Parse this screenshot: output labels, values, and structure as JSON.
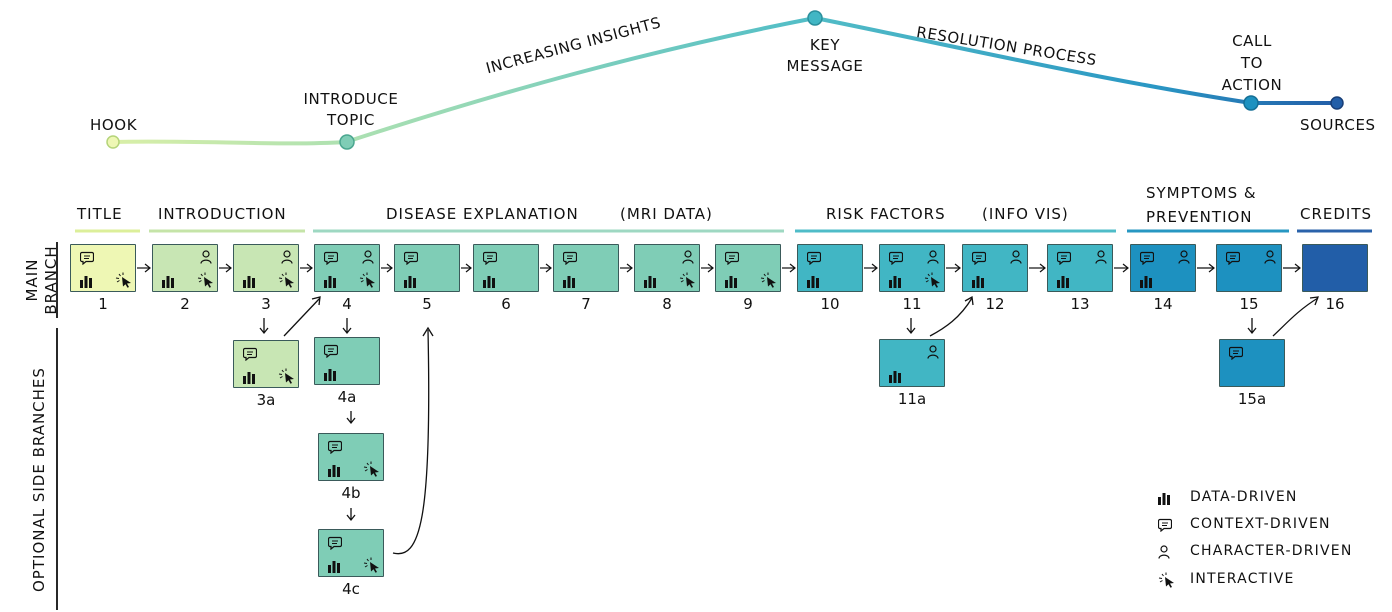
{
  "arc": {
    "hook": "HOOK",
    "introduce": [
      "INTRODUCE",
      "TOPIC"
    ],
    "insights": "INCREASING INSIGHTS",
    "key": [
      "KEY",
      "MESSAGE"
    ],
    "resolution": "RESOLUTION PROCESS",
    "call": [
      "CALL",
      "TO",
      "ACTION"
    ],
    "sources": "SOURCES"
  },
  "stages": {
    "title": "TITLE",
    "introduction": "INTRODUCTION",
    "disease": "DISEASE EXPLANATION",
    "mri": "(MRI DATA)",
    "risk": "RISK FACTORS",
    "infovis": "(INFO VIS)",
    "symptoms": [
      "SYMPTOMS &",
      "PREVENTION"
    ],
    "credits": "CREDITS"
  },
  "branches": {
    "main": [
      "MAIN",
      "BRANCH"
    ],
    "optional": "OPTIONAL SIDE BRANCHES"
  },
  "nodes": [
    {
      "id": "1",
      "color": "#eef7b4",
      "icons": [
        "data",
        "context",
        "interactive"
      ]
    },
    {
      "id": "2",
      "color": "#c8e6b4",
      "icons": [
        "data",
        "character",
        "interactive"
      ]
    },
    {
      "id": "3",
      "color": "#c8e6b4",
      "icons": [
        "data",
        "character",
        "interactive"
      ]
    },
    {
      "id": "4",
      "color": "#7fcdb6",
      "icons": [
        "data",
        "context",
        "character",
        "interactive"
      ]
    },
    {
      "id": "5",
      "color": "#7fcdb6",
      "icons": [
        "data",
        "context"
      ]
    },
    {
      "id": "6",
      "color": "#7fcdb6",
      "icons": [
        "data",
        "context"
      ]
    },
    {
      "id": "7",
      "color": "#7fcdb6",
      "icons": [
        "data",
        "context"
      ]
    },
    {
      "id": "8",
      "color": "#7fcdb6",
      "icons": [
        "data",
        "character",
        "interactive"
      ]
    },
    {
      "id": "9",
      "color": "#7fcdb6",
      "icons": [
        "data",
        "context",
        "interactive"
      ]
    },
    {
      "id": "10",
      "color": "#41b6c4",
      "icons": [
        "data",
        "context"
      ]
    },
    {
      "id": "11",
      "color": "#41b6c4",
      "icons": [
        "data",
        "context",
        "character",
        "interactive"
      ]
    },
    {
      "id": "12",
      "color": "#41b6c4",
      "icons": [
        "data",
        "context",
        "character"
      ]
    },
    {
      "id": "13",
      "color": "#41b6c4",
      "icons": [
        "data",
        "context",
        "character"
      ]
    },
    {
      "id": "14",
      "color": "#1d91c0",
      "icons": [
        "data",
        "context",
        "character"
      ]
    },
    {
      "id": "15",
      "color": "#1d91c0",
      "icons": [
        "context",
        "character"
      ]
    },
    {
      "id": "16",
      "color": "#225ea8",
      "icons": []
    },
    {
      "id": "3a",
      "color": "#c8e6b4",
      "icons": [
        "data",
        "context",
        "interactive"
      ]
    },
    {
      "id": "4a",
      "color": "#7fcdb6",
      "icons": [
        "data",
        "context"
      ]
    },
    {
      "id": "4b",
      "color": "#7fcdb6",
      "icons": [
        "data",
        "context",
        "interactive"
      ]
    },
    {
      "id": "4c",
      "color": "#7fcdb6",
      "icons": [
        "data",
        "context",
        "interactive"
      ]
    },
    {
      "id": "11a",
      "color": "#41b6c4",
      "icons": [
        "data",
        "character"
      ]
    },
    {
      "id": "15a",
      "color": "#1d91c0",
      "icons": [
        "context"
      ]
    }
  ],
  "legend": [
    {
      "icon": "data",
      "label": "DATA-DRIVEN"
    },
    {
      "icon": "context",
      "label": "CONTEXT-DRIVEN"
    },
    {
      "icon": "character",
      "label": "CHARACTER-DRIVEN"
    },
    {
      "icon": "interactive",
      "label": "INTERACTIVE"
    }
  ]
}
